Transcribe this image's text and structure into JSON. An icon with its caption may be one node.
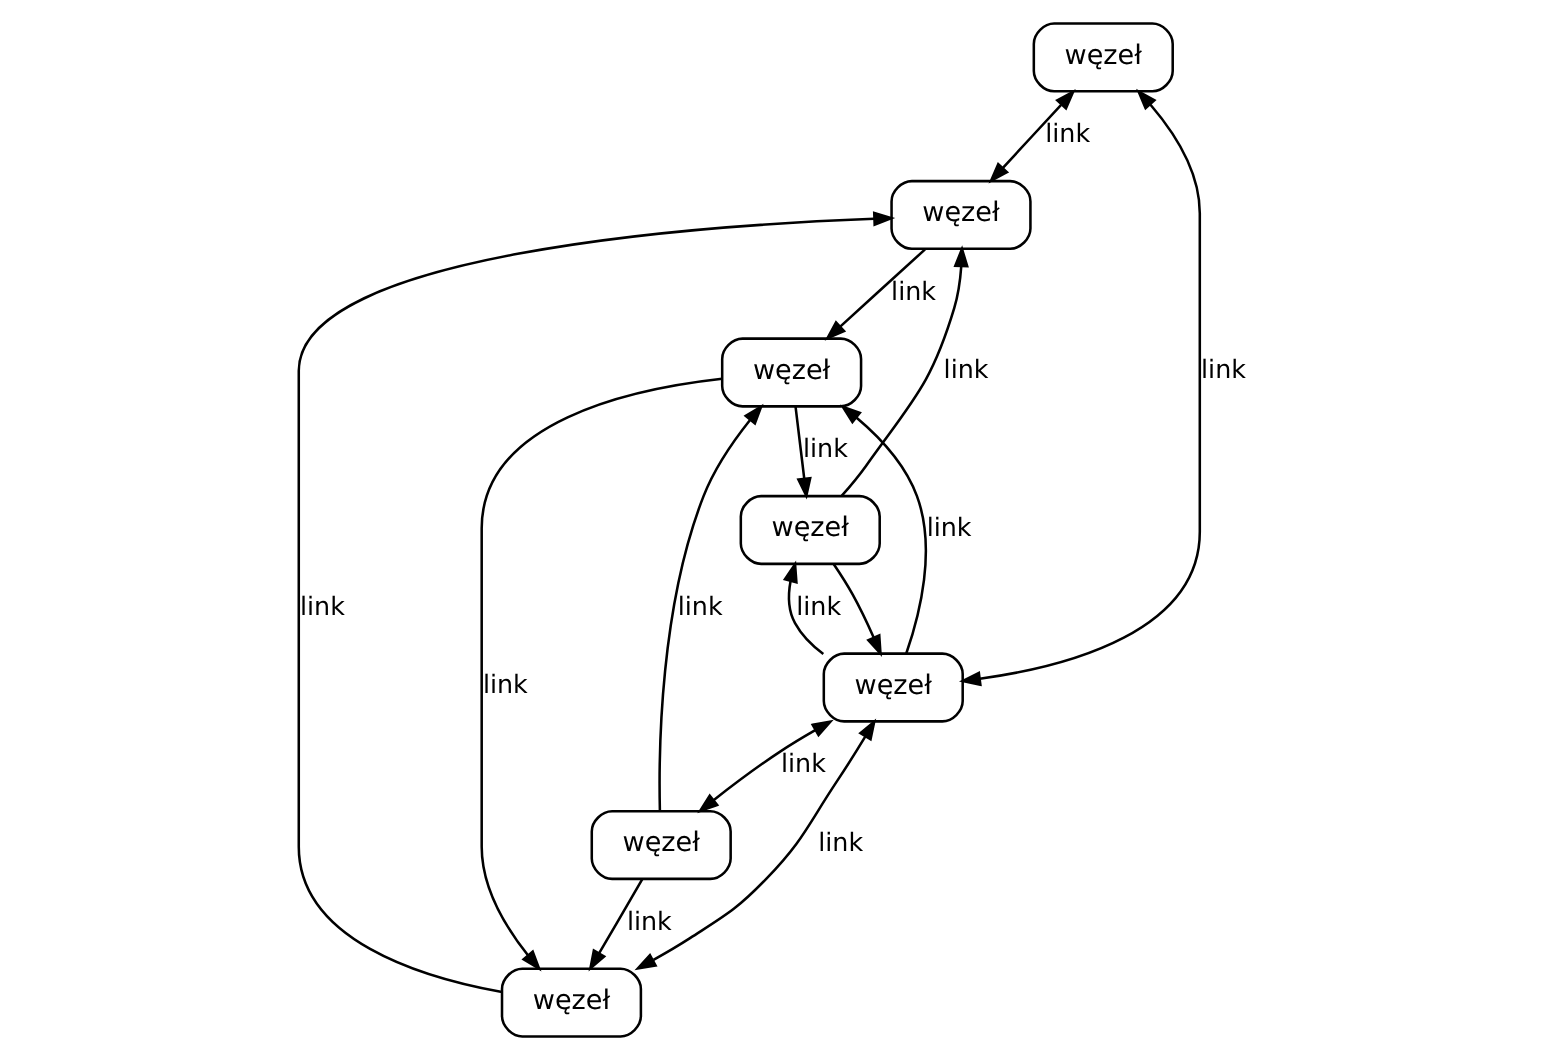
{
  "diagram": {
    "nodes": [
      {
        "text": [
          "węzeł"
        ]
      },
      {
        "text": [
          "węzeł"
        ]
      },
      {
        "text": [
          "węzeł"
        ]
      },
      {
        "text": [
          "węzeł"
        ]
      },
      {
        "text": [
          "węzeł"
        ]
      },
      {
        "text": [
          "węzeł"
        ]
      },
      {
        "text": [
          "węzeł"
        ]
      }
    ],
    "edges": [
      {
        "from": 0,
        "to": 1,
        "arrow": "both",
        "label": "link"
      },
      {
        "from": 0,
        "to": 5,
        "arrow": "both",
        "label": "link"
      },
      {
        "from": 2,
        "to": 1,
        "arrow": "to",
        "label": "link"
      },
      {
        "from": 1,
        "to": 3,
        "arrow": "to",
        "label": "link"
      },
      {
        "from": 3,
        "to": 2,
        "arrow": "to",
        "label": "link"
      },
      {
        "from": 5,
        "to": 2,
        "arrow": "to",
        "label": "link"
      },
      {
        "from": 2,
        "to": 5,
        "arrow": "to"
      },
      {
        "from": 5,
        "to": 3,
        "arrow": "to",
        "label": "link"
      },
      {
        "from": 5,
        "to": 4,
        "arrow": "both",
        "label": "link"
      },
      {
        "from": 3,
        "to": 4,
        "arrow": "to",
        "label": "link"
      },
      {
        "from": 4,
        "to": 1,
        "arrow": "to",
        "label": "link"
      },
      {
        "from": 5,
        "to": 6,
        "arrow": "both",
        "label": "link"
      },
      {
        "from": 6,
        "to": 3,
        "arrow": "to",
        "label": "link"
      },
      {
        "from": 6,
        "to": 4,
        "arrow": "to",
        "label": "link"
      }
    ]
  }
}
